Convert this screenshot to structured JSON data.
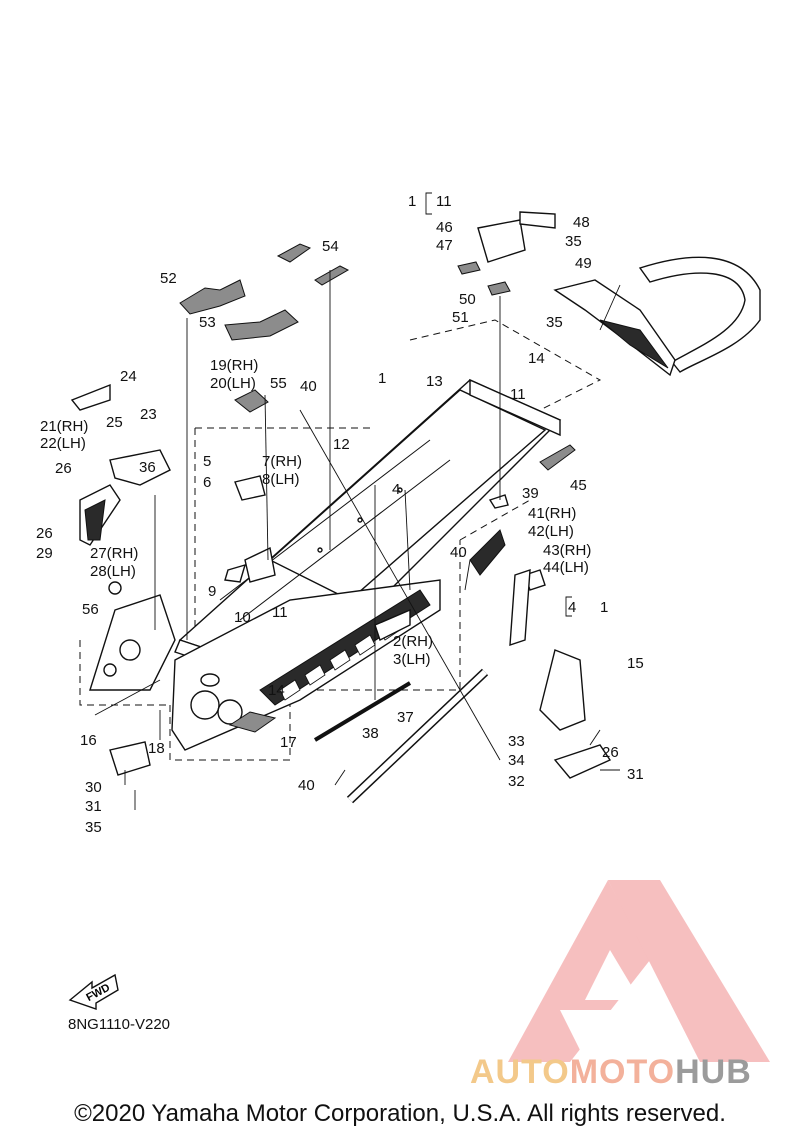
{
  "part_labels": [
    "1",
    "11",
    "46",
    "47",
    "48",
    "35",
    "49",
    "50",
    "51",
    "35",
    "52",
    "54",
    "53",
    "14",
    "13",
    "11",
    "19(RH)",
    "20(LH)",
    "55",
    "40",
    "1",
    "24",
    "12",
    "21(RH)",
    "22(LH)",
    "23",
    "25",
    "5",
    "7(RH)",
    "8(LH)",
    "6",
    "26",
    "36",
    "4",
    "45",
    "39",
    "41(RH)",
    "42(LH)",
    "26",
    "29",
    "27(RH)",
    "28(LH)",
    "9",
    "40",
    "43(RH)",
    "44(LH)",
    "56",
    "4",
    "1",
    "10",
    "11",
    "2(RH)",
    "3(LH)",
    "15",
    "14",
    "16",
    "18",
    "17",
    "38",
    "37",
    "33",
    "34",
    "26",
    "30",
    "40",
    "32",
    "31",
    "31",
    "35"
  ],
  "fwd_label": "FWD",
  "ref_code": "8NG1110-V220",
  "copyright": "©2020 Yamaha Motor Corporation, U.S.A. All rights reserved.",
  "watermark": {
    "part1": "AUTO",
    "part2": "MOTO",
    "part3": "HUB"
  },
  "colors": {
    "watermark_red": "#f08b8b",
    "watermark_orange": "#f3c98a",
    "watermark_gray": "#9b9b9b"
  }
}
